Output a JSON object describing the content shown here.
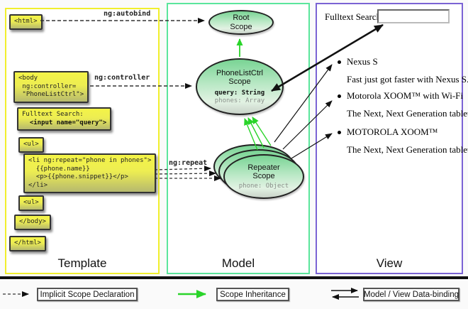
{
  "colors": {
    "template_border": "#f1ef2c",
    "model_border": "#5be69c",
    "view_border": "#7b63d4",
    "scope_green": "#79d494",
    "inheritance_arrow": "#2ad42a"
  },
  "template_panel": {
    "label": "Template",
    "html_open": "<html>",
    "body_open_lines": [
      "<body",
      " ng:controller=",
      " \"PhoneListCtrl\">"
    ],
    "fulltext_label": "Fulltext Search:",
    "fulltext_input": "  <input name=\"query\">",
    "ul_open": "<ul>",
    "li_lines": [
      "<li ng:repeat=\"phone in phones\">",
      "  {{phone.name}}",
      "  <p>{{phone.snippet}}</p>",
      "</li>"
    ],
    "ul_close": "<ul>",
    "body_close": "</body>",
    "html_close": "</html>"
  },
  "arrows": {
    "autobind_label": "ng:autobind",
    "controller_label": "ng:controller",
    "repeat_label": "ng:repeat"
  },
  "model_panel": {
    "label": "Model",
    "root_scope": {
      "name_line1": "Root",
      "name_line2": "Scope"
    },
    "ctrl_scope": {
      "name_line1": "PhoneListCtrl",
      "name_line2": "Scope",
      "prop_query": "query: String",
      "prop_phones": "phones: Array"
    },
    "repeater_scope": {
      "name_line1": "Repeater",
      "name_line2": "Scope",
      "prop_phone": "phone: Object"
    }
  },
  "view_panel": {
    "label": "View",
    "search_label": "Fulltext Search:",
    "search_value": "",
    "items": [
      {
        "title": "Nexus S",
        "snippet": "Fast just got faster with Nexus S."
      },
      {
        "title": "Motorola XOOM™  with Wi-Fi",
        "snippet": "The Next, Next Generation tablet."
      },
      {
        "title": "MOTOROLA XOOM™",
        "snippet": "The Next, Next Generation tablet."
      }
    ]
  },
  "legend": {
    "implicit": "Implicit Scope Declaration",
    "inheritance": "Scope Inheritance",
    "binding": "Model / View Data-binding"
  }
}
